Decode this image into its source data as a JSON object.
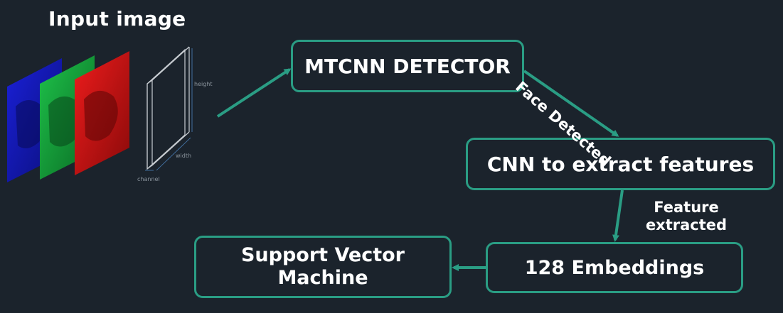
{
  "title": "Input image",
  "tensor_labels": {
    "height": "height",
    "width": "width",
    "channel": "channel"
  },
  "nodes": {
    "mtcnn": "MTCNN DETECTOR",
    "cnn": "CNN to extract features",
    "embeddings": "128 Embeddings",
    "svm": [
      "Support Vector",
      "Machine"
    ]
  },
  "edges": {
    "face_detected": "Face Detected",
    "feature_extracted": [
      "Feature",
      "extracted"
    ]
  },
  "colors": {
    "background": "#1b232c",
    "accent": "#2a9d84",
    "channel_blue": "#1418b8",
    "channel_green": "#14a83a",
    "channel_red": "#d01515"
  }
}
